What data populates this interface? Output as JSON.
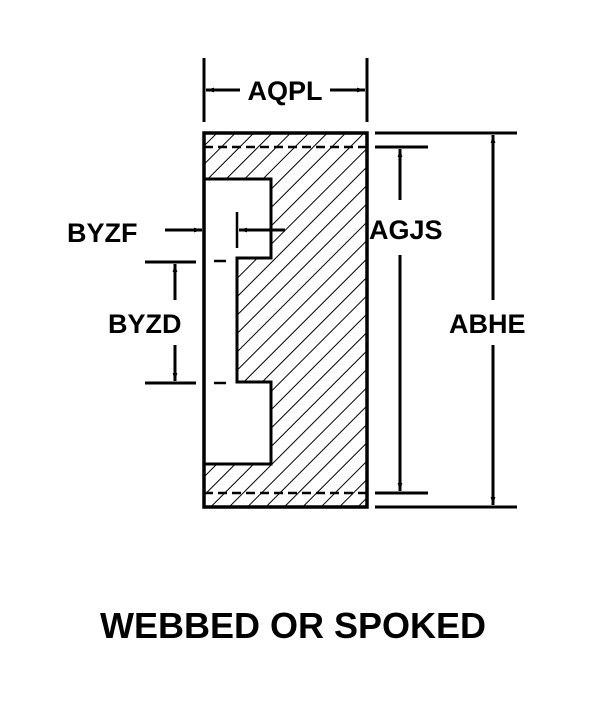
{
  "labels": {
    "aqpl": "AQPL",
    "byzf": "BYZF",
    "byzd": "BYZD",
    "agjs": "AGJS",
    "abhe": "ABHE"
  },
  "caption": "WEBBED OR SPOKED"
}
